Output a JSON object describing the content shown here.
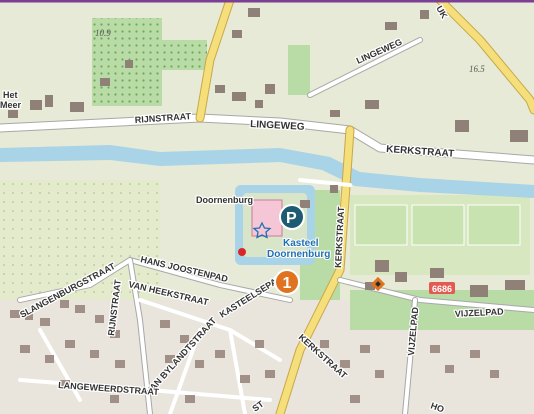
{
  "map": {
    "colors": {
      "land": "#e6ead6",
      "water": "#a9d3e6",
      "road": "#ffffff",
      "main_road": "#f5df7a",
      "building": "#8f8078",
      "parking": "#1d5b72",
      "poi": "#e07320",
      "border": "#7b3f94"
    },
    "labels": {
      "runstraat_top": "RIJNSTRAAT",
      "lingeweg_main": "LINGEWEG",
      "lingeweg_north": "LINGEWEG",
      "kerkstraat_east": "KERKSTRAAT",
      "kerkstraat_vertical": "KERKSTRAAT",
      "kerkstraat_south": "KERKSTRAAT",
      "doornenburg_place": "Doornenburg",
      "kasteel": "Kasteel",
      "kasteel2": "Doornenburg",
      "hans_joostenpad": "HANS JOOSTENPAD",
      "slangenburgstraat": "SLANGENBURGSTRAAT",
      "runstraat_vertical": "RIJNSTRAAT",
      "van_heekstraat": "VAN HEEKSTRAAT",
      "kasteelsepad": "KASTEELSEPAD",
      "van_bylandtstraat": "VAN BYLANDTSTRAAT",
      "langeweerdstraat": "LANGEWEERDSTRAAT",
      "vijzelpad_vertical": "VIJZELPAD",
      "vijzelpad_h": "VIJZELPAD",
      "het_meer_1": "Het",
      "het_meer_2": "Meer",
      "spot_109": "10.9",
      "spot_165": "16.5",
      "route_6686": "6686",
      "edge_uk": "UK",
      "edge_ho": "HO",
      "edge_st": "ST"
    },
    "markers": {
      "parking_letter": "P",
      "poi_number": "1"
    },
    "icons": [
      "parking-icon",
      "numbered-poi-marker",
      "star-icon",
      "red-dot-marker",
      "diamond-poi-icon"
    ]
  }
}
